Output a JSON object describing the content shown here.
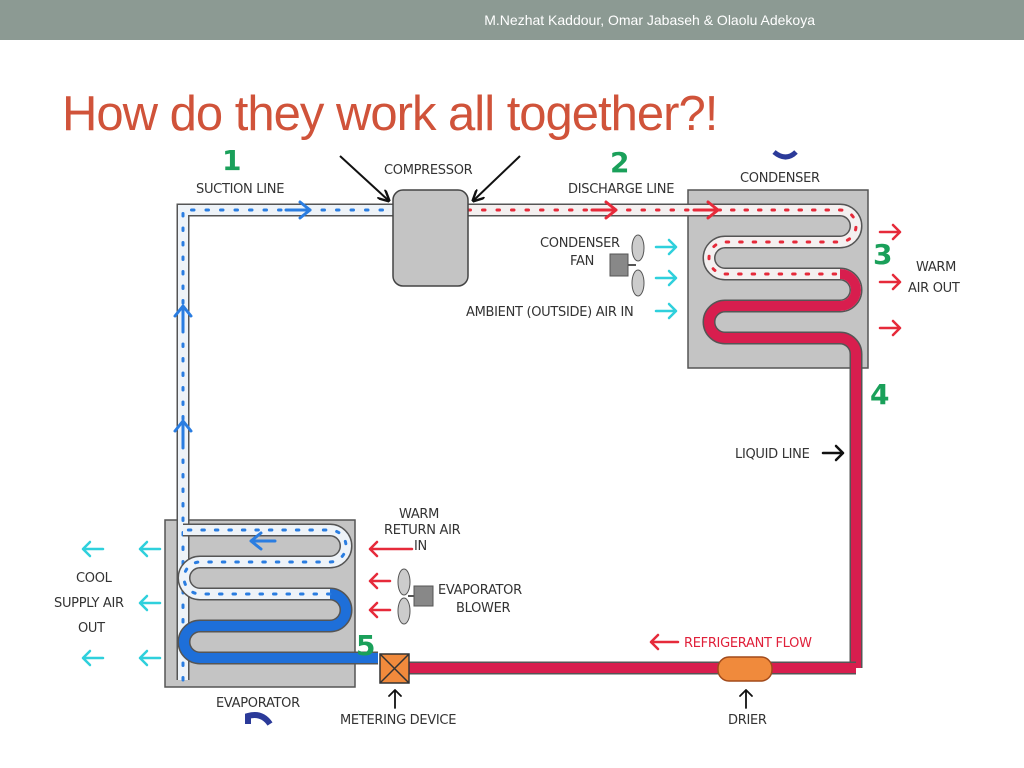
{
  "header": {
    "authors": "M.Nezhat Kaddour, Omar Jabaseh & Olaolu Adekoya"
  },
  "title": "How do they work all together?!",
  "diagram": {
    "numbers": {
      "n1": "1",
      "n2": "2",
      "n3": "3",
      "n4": "4",
      "n5": "5"
    },
    "labels": {
      "suction_line": "SUCTION LINE",
      "compressor": "COMPRESSOR",
      "discharge_line": "DISCHARGE LINE",
      "condenser": "CONDENSER",
      "condenser_fan_1": "CONDENSER",
      "condenser_fan_2": "FAN",
      "ambient_air": "AMBIENT (OUTSIDE) AIR IN",
      "warm_air_out_1": "WARM",
      "warm_air_out_2": "AIR OUT",
      "liquid_line": "LIQUID LINE",
      "warm_return_1": "WARM",
      "warm_return_2": "RETURN AIR",
      "warm_return_3": "IN",
      "evap_blower_1": "EVAPORATOR",
      "evap_blower_2": "BLOWER",
      "cool_supply_1": "COOL",
      "cool_supply_2": "SUPPLY AIR",
      "cool_supply_3": "OUT",
      "refrigerant_flow": "REFRIGERANT FLOW",
      "evaporator": "EVAPORATOR",
      "metering_device": "METERING DEVICE",
      "drier": "DRIER"
    },
    "colors": {
      "hot_gas": "#e62a3a",
      "liquid": "#d81e4e",
      "cold_liquid": "#1e6fd9",
      "suction": "#2a7de1",
      "air_in": "#2fd0dc",
      "air_warm": "#e62a3a",
      "unit_gray": "#c4c4c4"
    }
  }
}
